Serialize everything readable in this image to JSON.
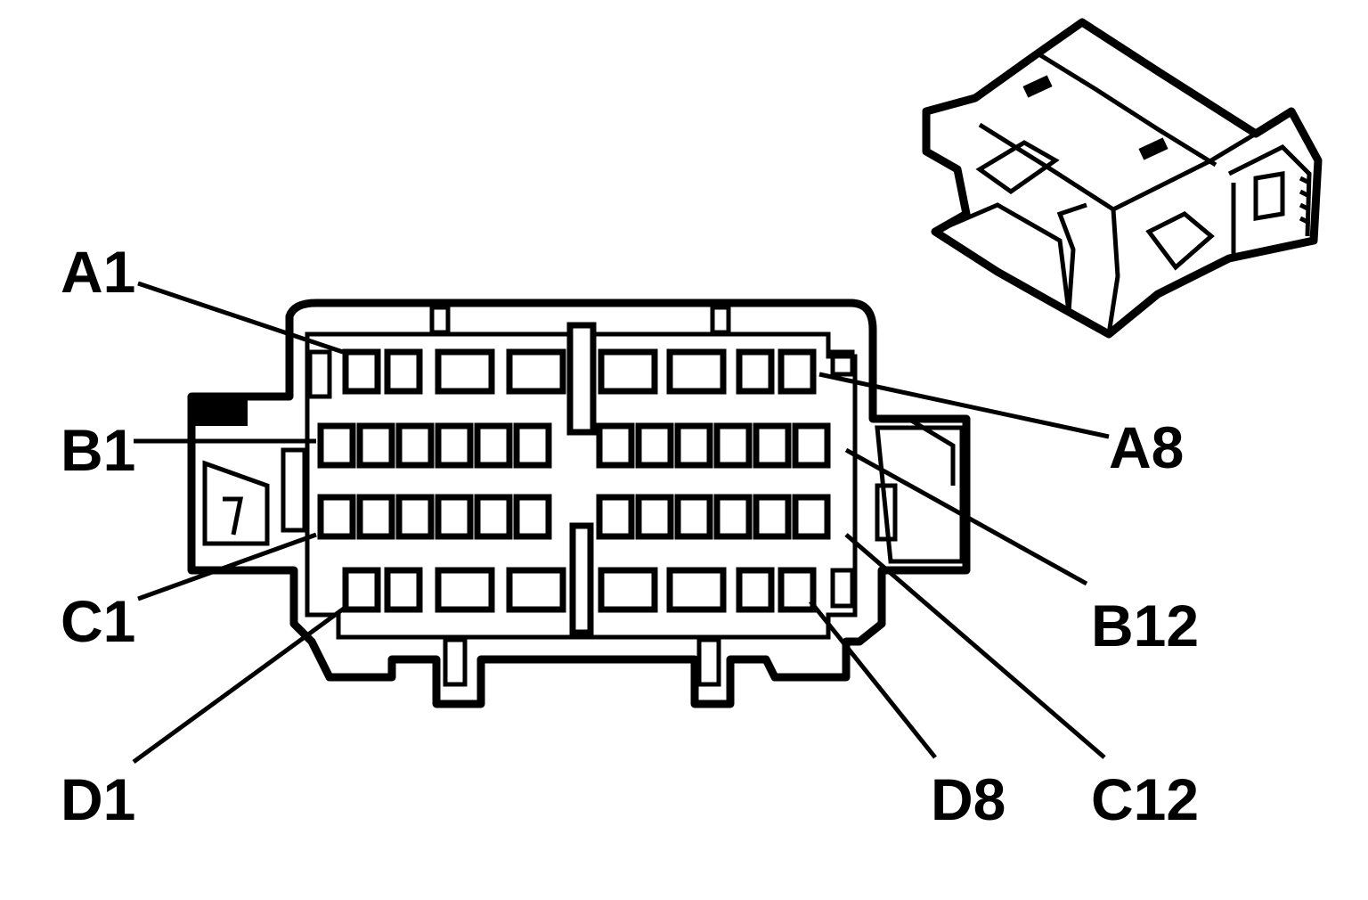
{
  "colors": {
    "ink": "#000000",
    "background": "#ffffff"
  },
  "labels": {
    "a1": "A1",
    "a8": "A8",
    "b1": "B1",
    "b12": "B12",
    "c1": "C1",
    "c12": "C12",
    "d1": "D1",
    "d8": "D8"
  },
  "connector": {
    "rows": [
      {
        "name": "A",
        "cavities": 8
      },
      {
        "name": "B",
        "cavities": 12
      },
      {
        "name": "C",
        "cavities": 12
      },
      {
        "name": "D",
        "cavities": 8
      }
    ]
  },
  "inset_view": {
    "icon": "connector-isometric-icon"
  }
}
